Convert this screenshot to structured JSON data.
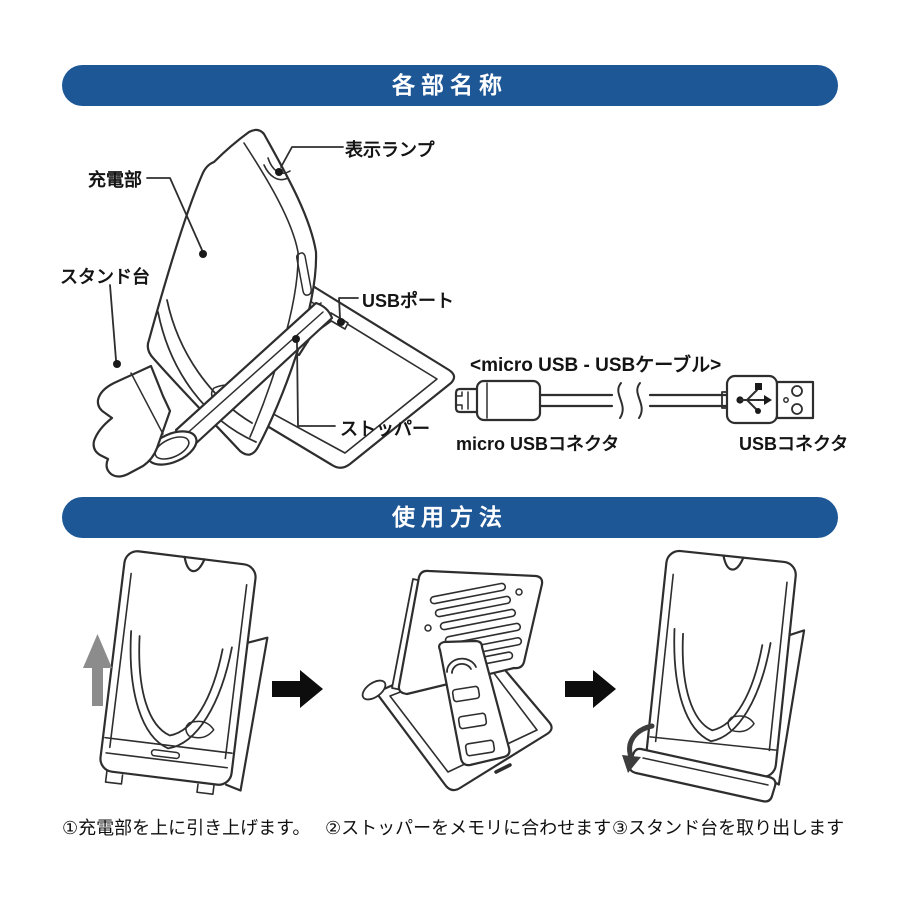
{
  "colors": {
    "banner_bg": "#1d5796",
    "banner_text": "#ffffff",
    "line_ink": "#2e2e2e",
    "step_arrow_black": "#0d0d0d",
    "lift_arrow_gray": "#8c8c8c"
  },
  "sections": {
    "parts": {
      "title": "各部名称"
    },
    "usage": {
      "title": "使用方法"
    }
  },
  "parts_labels": {
    "charging_unit": "充電部",
    "indicator_lamp": "表示ランプ",
    "stand_base": "スタンド台",
    "usb_port": "USBポート",
    "stopper": "ストッパー"
  },
  "cable": {
    "title": "<micro USB - USBケーブル>",
    "micro_usb_connector": "micro USBコネクタ",
    "usb_connector": "USBコネクタ"
  },
  "usage_steps": [
    {
      "caption": "①充電部を上に引き上げます。"
    },
    {
      "caption": "②ストッパーをメモリに合わせます"
    },
    {
      "caption": "③スタンド台を取り出します"
    }
  ]
}
